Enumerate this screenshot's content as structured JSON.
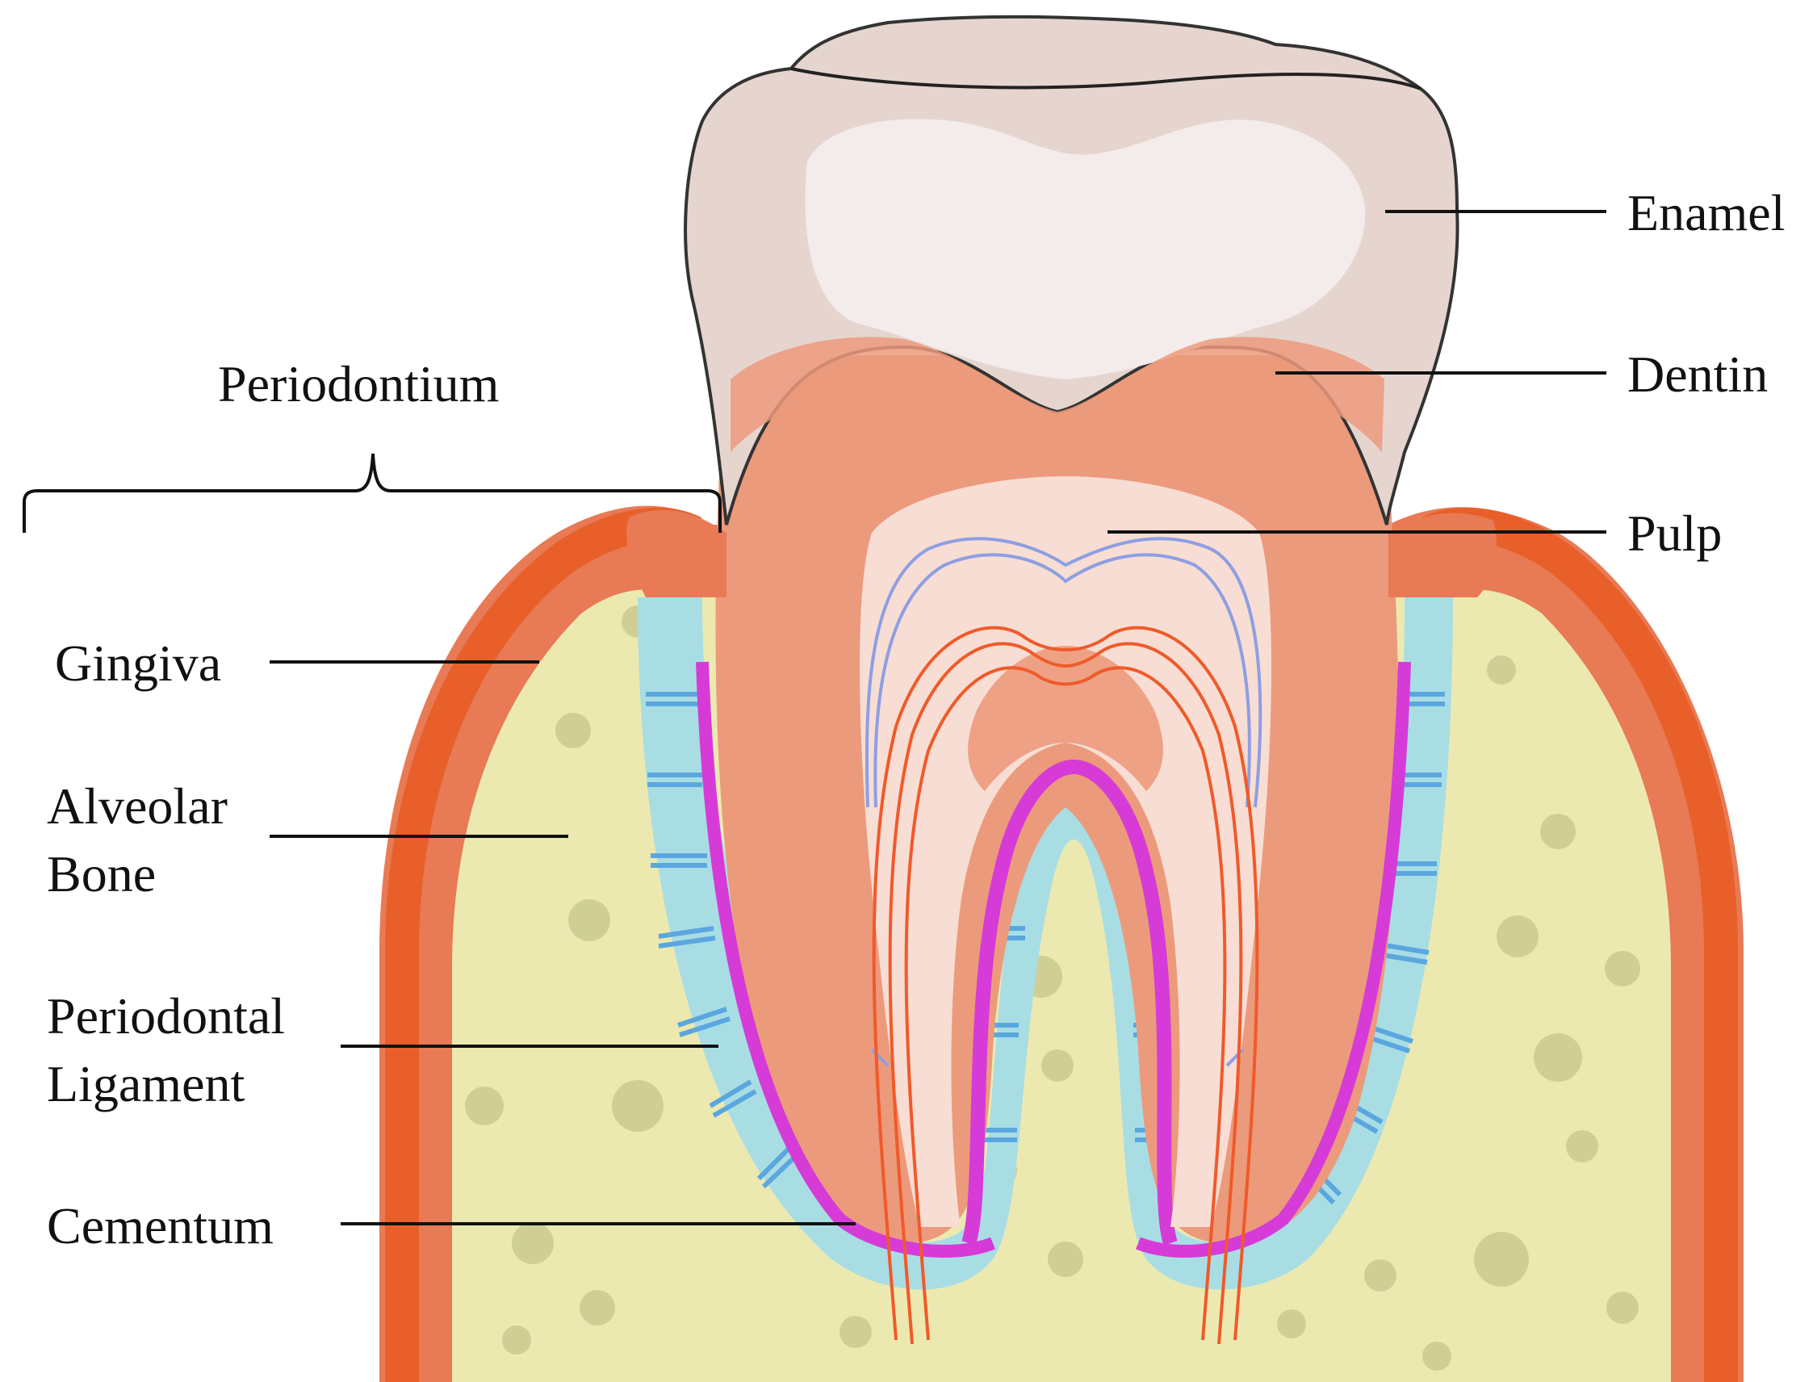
{
  "title": "",
  "labels": {
    "enamel": "Enamel",
    "dentin": "Dentin",
    "pulp": "Pulp",
    "periodontium": "Periodontium",
    "gingiva": "Gingiva",
    "alveolar_line1": "Alveolar",
    "alveolar_line2": "Bone",
    "pdl_line1": "Periodontal",
    "pdl_line2": "Ligament",
    "cementum": "Cementum"
  },
  "colors": {
    "enamel": "#e6d5cf",
    "dentin": "#ec9a7c",
    "pulp": "#f7ddd3",
    "gingiva": "#e87a55",
    "gingiva_dark": "#e85f2a",
    "alveolar_bone": "#ece9b0",
    "bone_spots": "#cfcf95",
    "periodontal_ligament": "#a9dde4",
    "ligament_fibers": "#5aa7e0",
    "cementum": "#d63bd8",
    "nerves": "#f05a2a",
    "vessels": "#8e9ee2"
  }
}
